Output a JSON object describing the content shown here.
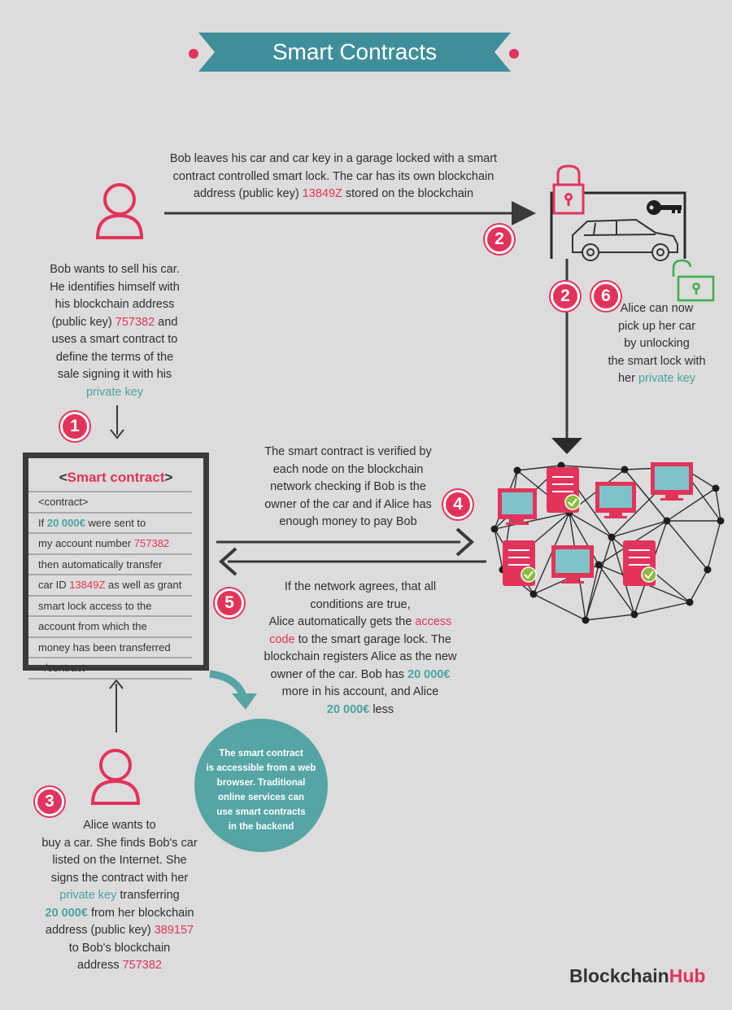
{
  "title": "Smart Contracts",
  "step_badges": [
    "1",
    "2",
    "2",
    "3",
    "4",
    "5",
    "6"
  ],
  "colors": {
    "accent": "#e2345a",
    "teal": "#4aa3a3",
    "banner": "#3f8f9b",
    "background": "#dcdcdc",
    "dark": "#3a3a3a"
  },
  "icons": [
    "user-icon",
    "padlock-icon",
    "key-icon",
    "car-icon",
    "unlocked-padlock-icon",
    "computer-icon",
    "server-icon",
    "check-icon",
    "arrow-icon"
  ],
  "texts": {
    "bob_garage": {
      "l1": "Bob leaves his car and car key in a garage locked with a smart",
      "l2": "contract controlled smart lock.  The car has its own blockchain",
      "l3a": "address (public key) ",
      "l3b": "13849Z",
      "l3c": " stored on the blockchain"
    },
    "bob_sell": {
      "l1": "Bob wants to sell his car.",
      "l2": "He identifies himself with",
      "l3": "his blockchain address",
      "l4a": "(public key) ",
      "l4b": "757382",
      "l4c": " and",
      "l5": "uses a smart contract to",
      "l6": "define the terms of the",
      "l7": "sale signing it with his",
      "l8": "private key"
    },
    "alice_unlock": {
      "l1": "Alice can now",
      "l2": "pick up her car",
      "l3": "by unlocking",
      "l4": "the smart lock with",
      "l5a": "her ",
      "l5b": "private key"
    },
    "verify": {
      "l1": "The smart contract is verified by",
      "l2": "each node on the blockchain",
      "l3": "network checking if Bob is the",
      "l4": "owner of the car and if Alice has",
      "l5": "enough money to pay Bob"
    },
    "agree": {
      "l1": "If the network agrees, that all",
      "l2": "conditions are true,",
      "l3a": "Alice automatically gets the ",
      "l3b": "access",
      "l4a": "code",
      "l4b": " to the smart garage lock. The",
      "l5": "blockchain registers Alice as the new",
      "l6a": "owner of the car. Bob has ",
      "l6b": "20 000€",
      "l7": "more in his account, and Alice",
      "l8a": "20 000€",
      "l8b": " less"
    },
    "alice_buy": {
      "l1": "Alice wants to",
      "l2": "buy a car. She finds Bob's car",
      "l3": "listed on the Internet. She",
      "l4": "signs the contract with her",
      "l5a": "private key",
      "l5b": " transferring",
      "l6a": "20 000€",
      "l6b": "  from her blockchain",
      "l7a": "address (public key) ",
      "l7b": "389157",
      "l8": "to Bob's blockchain",
      "l9a": "address ",
      "l9b": "757382"
    },
    "bubble": {
      "l1": "The smart contract",
      "l2": "is accessible from a web",
      "l3": "browser. Traditional",
      "l4": "online services can",
      "l5": "use smart contracts",
      "l6": "in the backend"
    }
  },
  "contract": {
    "title_open": "<",
    "title_main": "Smart contract",
    "title_close": ">",
    "lines": {
      "l1": "<contract>",
      "l2a": "If ",
      "l2b": "20 000€",
      "l2c": " were sent to",
      "l3a": "my account number ",
      "l3b": "757382",
      "l4": "then automatically transfer",
      "l5a": "car ID ",
      "l5b": "13849Z",
      "l5c": " as well as grant",
      "l6": "smart lock access to the",
      "l7": "account from which the",
      "l8": "money has been transferred",
      "l9": "</contract>"
    }
  },
  "brand": {
    "part1": "Blockchain",
    "part2": "Hub"
  }
}
